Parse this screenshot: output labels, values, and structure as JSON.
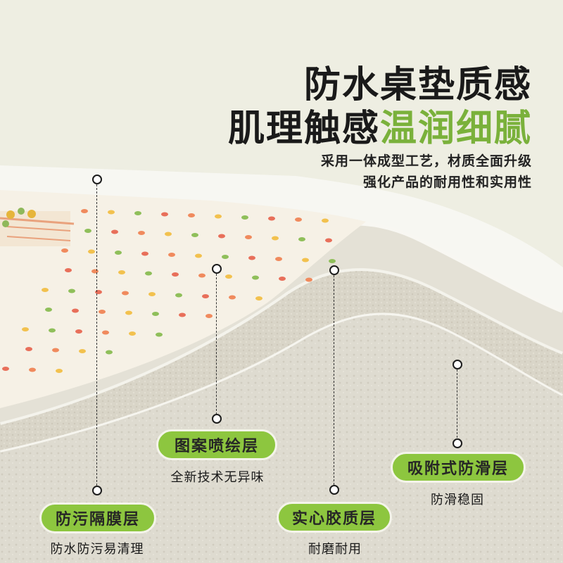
{
  "headline": {
    "line1": "防水桌垫质感",
    "line2_dark": "肌理触感",
    "line2_accent": "温润细腻"
  },
  "subtitle": {
    "line1": "采用一体成型工艺，材质全面升级",
    "line2": "强化产品的耐用性和实用性"
  },
  "layers": [
    {
      "label": "图案喷绘层",
      "caption": "全新技术无异味"
    },
    {
      "label": "吸附式防滑层",
      "caption": "防滑稳固"
    },
    {
      "label": "防污隔膜层",
      "caption": "防水防污易清理"
    },
    {
      "label": "实心胶质层",
      "caption": "耐磨耐用"
    }
  ],
  "colors": {
    "accent": "#7ab13b",
    "pill": "#8dc63f",
    "background": "#eeeee2"
  }
}
